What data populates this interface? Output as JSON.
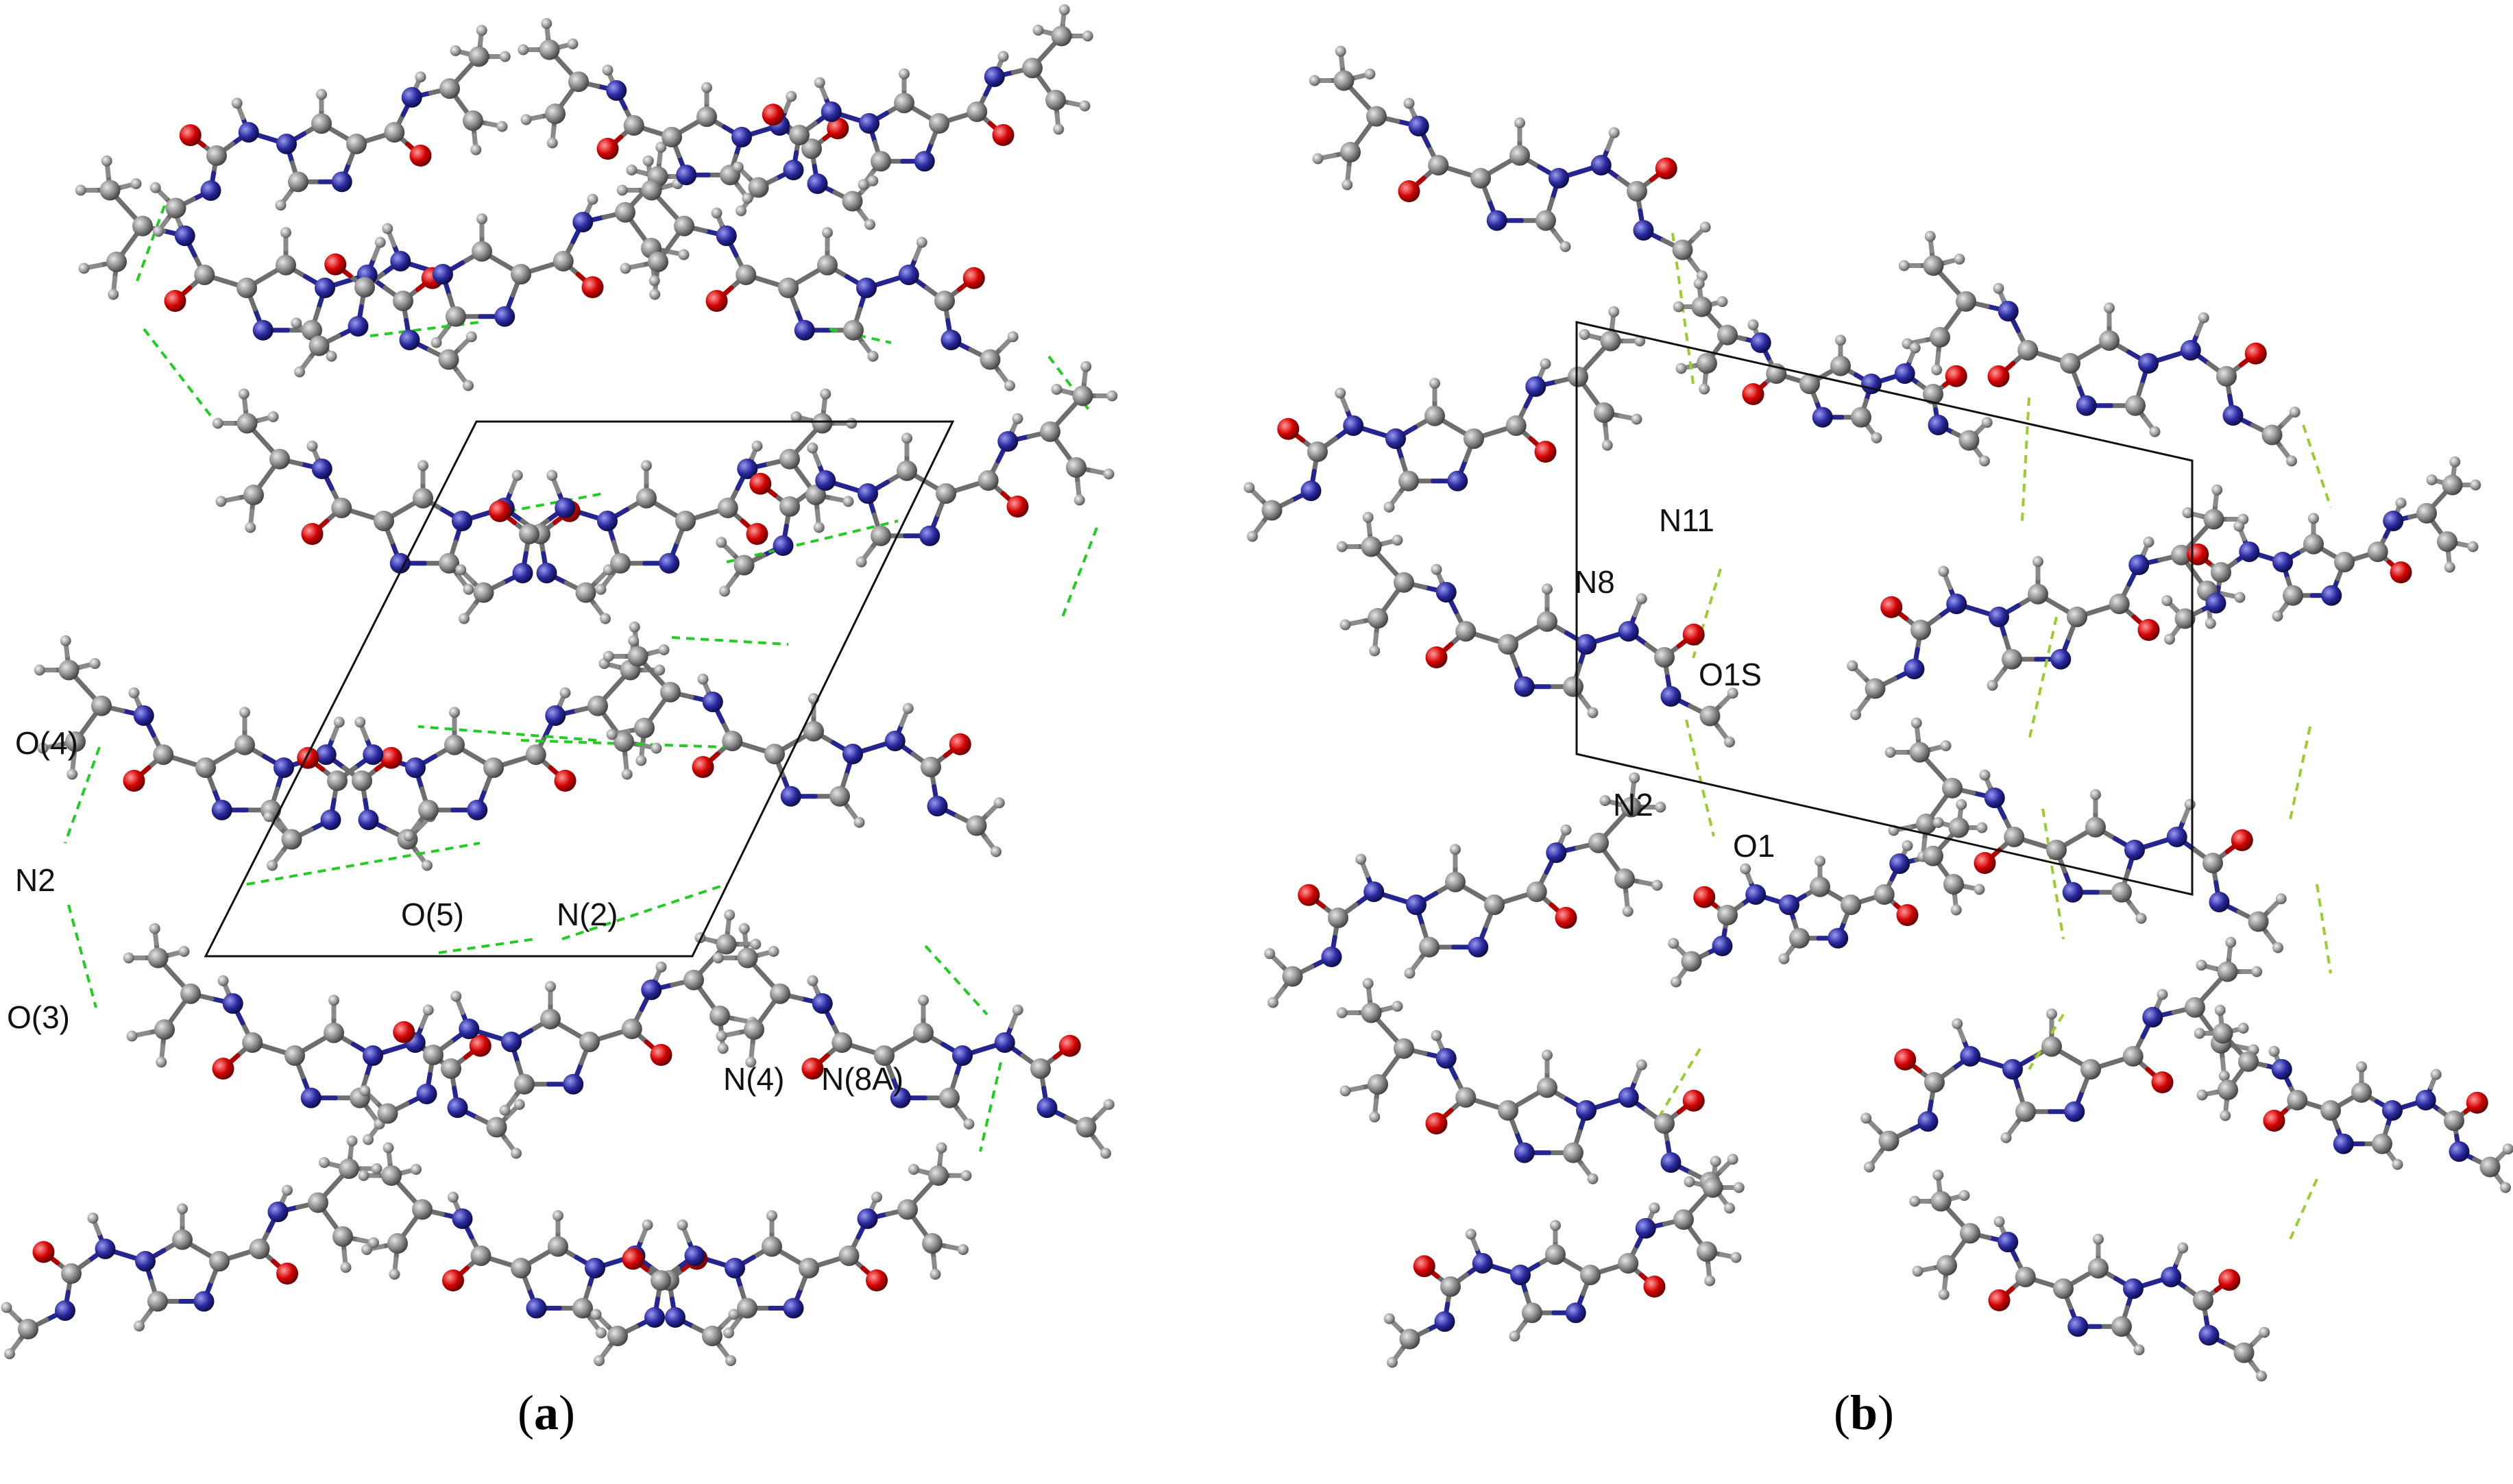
{
  "panels": [
    {
      "id": "a",
      "caption_open": "(",
      "caption_letter": "a",
      "caption_close": ")",
      "labels": [
        "O(4)",
        "N2",
        "O(3)",
        "O(5)",
        "N(2)",
        "N(4)",
        "N(8A)"
      ]
    },
    {
      "id": "b",
      "caption_open": "(",
      "caption_letter": "b",
      "caption_close": ")",
      "labels": [
        "N11",
        "N8",
        "O1S",
        "N2",
        "O1"
      ]
    }
  ],
  "colors": {
    "carbon": "#8a8a8a",
    "nitrogen": "#2a2aa0",
    "oxygen": "#d40000",
    "hydrogen": "#9a9a9a",
    "hbond_a": "#22cc22",
    "hbond_b": "#9acd32"
  }
}
